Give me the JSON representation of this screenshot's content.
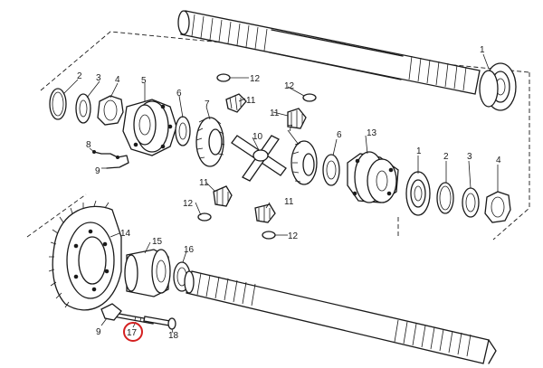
{
  "diagram": {
    "callouts": {
      "l1a": "1",
      "l2a": "2",
      "l3a": "3",
      "l4a": "4",
      "l5": "5",
      "l6a": "6",
      "l7a": "7",
      "l7b": "7",
      "l8": "8",
      "l9a": "9",
      "l10": "10",
      "l11a": "11",
      "l11b": "11",
      "l11c": "11",
      "l11d": "11",
      "l12a": "12",
      "l12b": "12",
      "l12c": "12",
      "l12d": "12",
      "l13": "13",
      "l1b": "1",
      "l2b": "2",
      "l3b": "3",
      "l4b": "4",
      "l6b": "6",
      "l14": "14",
      "l15": "15",
      "l16": "16",
      "l9b": "9",
      "l17": "17",
      "l18": "18"
    },
    "highlighted_part": "17",
    "highlight_color": "#d42020",
    "line_color": "#1a1a1a"
  }
}
